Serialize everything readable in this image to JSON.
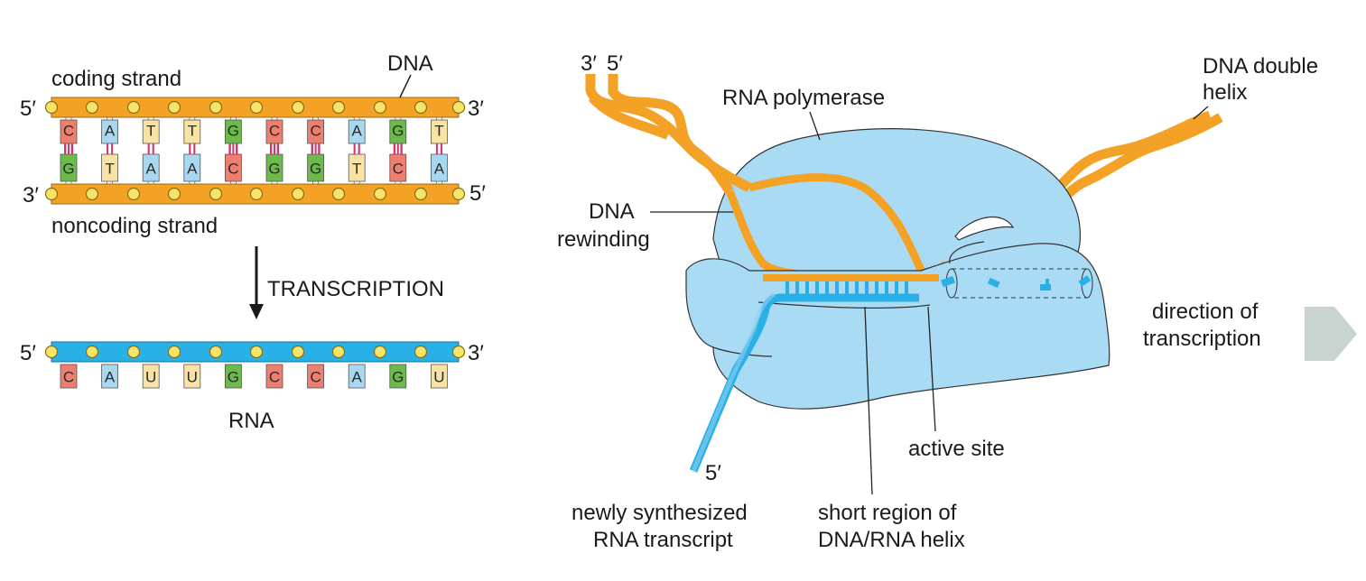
{
  "colors": {
    "dna_orange": "#F4A226",
    "rna_blue": "#29B0E6",
    "polymerase": "#A9DCF4",
    "phosphate": "#F7E46A",
    "base_C": "#EE7F70",
    "base_G": "#6DBA4C",
    "base_A": "#A7D8F0",
    "base_T": "#F8E3A4",
    "base_U": "#F8E3A4",
    "hbond": "#D6336C",
    "arrow_gray": "#C9D4D1"
  },
  "left": {
    "coding_strand_label": "coding strand",
    "noncoding_strand_label": "noncoding strand",
    "dna_label": "DNA",
    "coding_5": "5′",
    "coding_3": "3′",
    "noncoding_3": "3′",
    "noncoding_5": "5′",
    "transcription_label": "TRANSCRIPTION",
    "rna_5": "5′",
    "rna_3": "3′",
    "rna_label": "RNA",
    "coding_bases": [
      "C",
      "A",
      "T",
      "T",
      "G",
      "C",
      "C",
      "A",
      "G",
      "T"
    ],
    "template_bases": [
      "G",
      "T",
      "A",
      "A",
      "C",
      "G",
      "G",
      "T",
      "C",
      "A"
    ],
    "rna_bases": [
      "C",
      "A",
      "U",
      "U",
      "G",
      "C",
      "C",
      "A",
      "G",
      "U"
    ],
    "hbond_counts": [
      3,
      2,
      2,
      2,
      3,
      3,
      3,
      2,
      3,
      2
    ]
  },
  "right": {
    "dna_end_3": "3′",
    "dna_end_5": "5′",
    "rna_polymerase_label": "RNA polymerase",
    "dna_double_helix_label": [
      "DNA double",
      "helix"
    ],
    "dna_rewinding_label": [
      "DNA",
      "rewinding"
    ],
    "direction_label": [
      "direction of",
      "transcription"
    ],
    "active_site_label": "active site",
    "transcript_5": "5′",
    "new_transcript_label": [
      "newly synthesized",
      "RNA transcript"
    ],
    "short_region_label": [
      "short region of",
      "DNA/RNA helix"
    ]
  }
}
